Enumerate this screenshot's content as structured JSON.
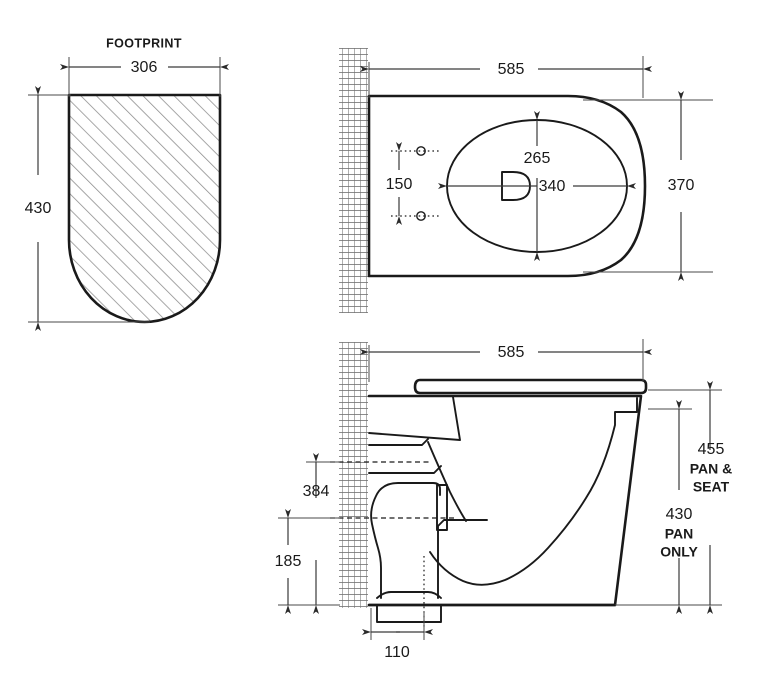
{
  "sheet": {
    "background_color": "#ffffff",
    "line_color": "#1a1a1a",
    "dim_line_color": "#3a3a3a",
    "units": "mm"
  },
  "views": {
    "footprint": {
      "title": "FOOTPRINT",
      "dimensions": {
        "width": "306",
        "height": "430"
      }
    },
    "plan": {
      "dimensions": {
        "overall_length": "585",
        "overall_width": "370",
        "bowl_width": "340",
        "bowl_length": "265",
        "bolt_spacing": "150"
      }
    },
    "elevation": {
      "dimensions": {
        "overall_length": "585",
        "pan_and_seat_height": "455",
        "pan_and_seat_label_line1": "PAN &",
        "pan_and_seat_label_line2": "SEAT",
        "pan_only_height": "430",
        "pan_only_label_line1": "PAN",
        "pan_only_label_line2": "ONLY",
        "inlet_height": "384",
        "outlet_height": "185",
        "outlet_offset": "110"
      }
    }
  }
}
